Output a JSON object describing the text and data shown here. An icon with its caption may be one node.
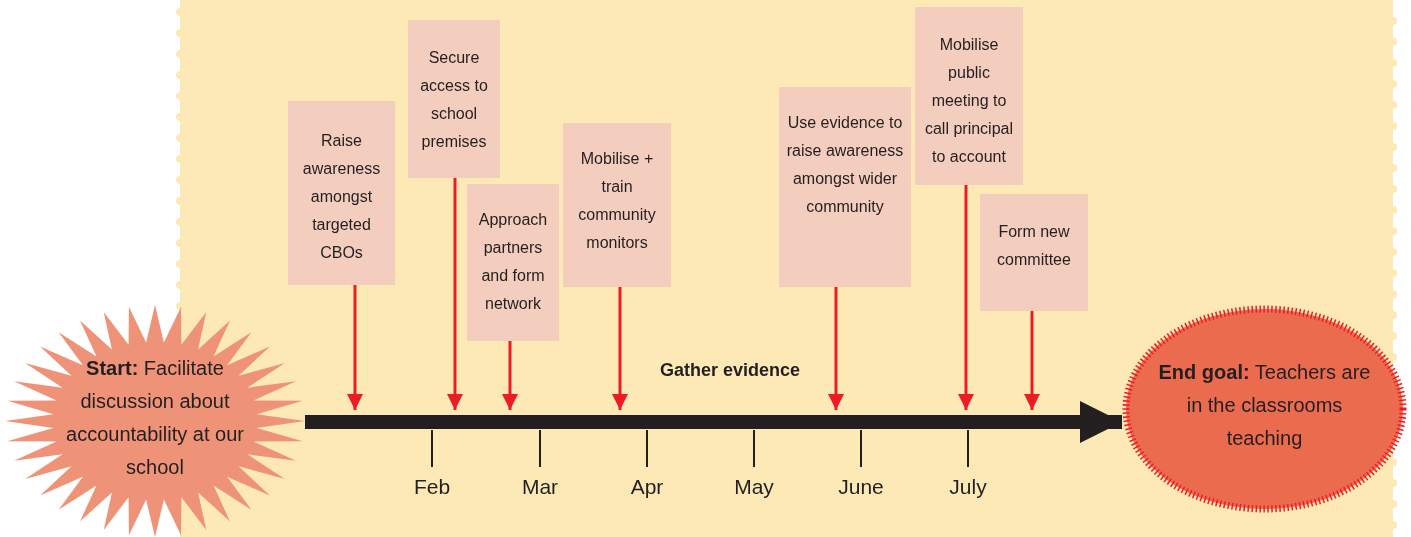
{
  "diagram": {
    "nodes": [
      {
        "text": [
          "**Start:** Facilitate discussion about accountability at our school"
        ]
      },
      {
        "text": [
          "**End goal:** Teachers are in the classrooms teaching"
        ]
      },
      {
        "text": [
          "Raise awareness amongst targeted CBOs"
        ]
      },
      {
        "text": [
          "Secure access to school premises"
        ]
      },
      {
        "text": [
          "Approach partners and form network"
        ]
      },
      {
        "text": [
          "Mobilise + train community monitors"
        ]
      },
      {
        "text": [
          "Use evidence to raise awareness amongst wider community"
        ]
      },
      {
        "text": [
          "Mobilise public meeting to call principal to account"
        ]
      },
      {
        "text": [
          "Form new committee"
        ]
      }
    ],
    "edges": [
      {
        "from": 0,
        "to": 1,
        "arrow": "to",
        "style": "thick",
        "color": "#231f20"
      },
      {
        "from": 2,
        "to": null,
        "arrow": "to"
      },
      {
        "from": 3,
        "to": null,
        "arrow": "to"
      },
      {
        "from": 4,
        "to": null,
        "arrow": "to"
      },
      {
        "from": 5,
        "to": null,
        "arrow": "to"
      },
      {
        "from": 6,
        "to": null,
        "arrow": "to"
      },
      {
        "from": 7,
        "to": null,
        "arrow": "to"
      },
      {
        "from": 8,
        "to": null,
        "arrow": "to"
      }
    ],
    "labels": [
      "Gather evidence",
      "Feb",
      "Mar",
      "Apr",
      "May",
      "June",
      "July"
    ]
  }
}
